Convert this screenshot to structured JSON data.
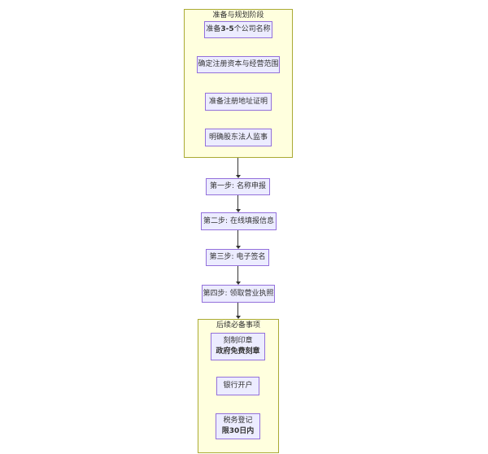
{
  "diagram": {
    "prep_cluster": {
      "title": "准备与规划阶段",
      "names_node": {
        "pre": "准备",
        "bold": "3-5",
        "post": "个公司名称"
      },
      "capital_node": {
        "label": "确定注册资本与经营范围"
      },
      "address_node": {
        "label": "准备注册地址证明"
      },
      "people_node": {
        "label": "明确股东法人监事"
      }
    },
    "steps": [
      {
        "label": "第一步: 名称申报"
      },
      {
        "label": "第二步: 在线填报信息"
      },
      {
        "label": "第三步: 电子签名"
      },
      {
        "label": "第四步: 领取营业执照"
      }
    ],
    "post_cluster": {
      "title": "后续必备事项",
      "seal_node": {
        "line1": "刻制印章",
        "line2_bold": "政府免费刻章"
      },
      "bank_node": {
        "label": "银行开户"
      },
      "tax_node": {
        "line1": "税务登记",
        "line2_bold": "限30日内"
      }
    },
    "colors": {
      "node_fill": "#ECECFF",
      "node_border": "#9370DB",
      "cluster_fill": "#FFFFDE",
      "cluster_border": "#AAAA33",
      "arrow": "#333333",
      "text": "#333333"
    }
  }
}
